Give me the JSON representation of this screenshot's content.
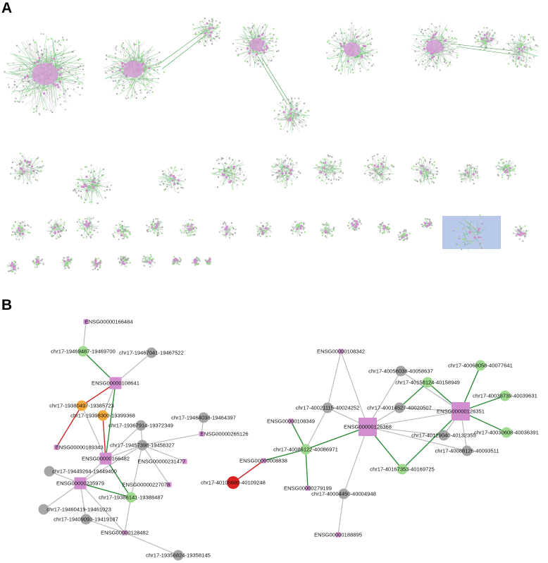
{
  "panels": {
    "a_label": "A",
    "b_label": "B"
  },
  "colors": {
    "gene": "#d28fd0",
    "locus_gray": "#a6a6a6",
    "locus_green": "#9fda8f",
    "locus_orange": "#f5a93a",
    "locus_red": "#dd2121",
    "edge_gray": "#b5b5b5",
    "edge_green": "#2e8b3a",
    "edge_red": "#cc2727",
    "highlight_box": "#b9c9ec"
  },
  "network": {
    "nodes": [
      {
        "id": "ENSG00000166484",
        "type": "gene"
      },
      {
        "id": "chr17-19469487-19469700",
        "type": "green"
      },
      {
        "id": "chr17-19467041-19467522",
        "type": "gray"
      },
      {
        "id": "ENSG00000108641",
        "type": "gene_box"
      },
      {
        "id": "chr17-19380497-19385723",
        "type": "orange"
      },
      {
        "id": "chr17-19398300-19399368",
        "type": "orange"
      },
      {
        "id": "chr17-19367914-19372349",
        "type": "gray"
      },
      {
        "id": "chr17-19457398-19458327",
        "type": "gray"
      },
      {
        "id": "chr17-19464038-19464397",
        "type": "gray"
      },
      {
        "id": "ENSG00000265126",
        "type": "gene"
      },
      {
        "id": "ENSG00000189343",
        "type": "gene"
      },
      {
        "id": "ENSG00000166482",
        "type": "gene_box"
      },
      {
        "id": "ENSG00000231477",
        "type": "gene"
      },
      {
        "id": "chr17-19449264-19449400",
        "type": "gray"
      },
      {
        "id": "ENSG00000235979",
        "type": "gene_box"
      },
      {
        "id": "ENSG00000227078",
        "type": "gene"
      },
      {
        "id": "chr17-19386141-19388487",
        "type": "green"
      },
      {
        "id": "chr17-19460419-19461023",
        "type": "gray"
      },
      {
        "id": "chr17-19409093-19419187",
        "type": "gray"
      },
      {
        "id": "ENSG00000128482",
        "type": "gene"
      },
      {
        "id": "chr17-19356824-19358145",
        "type": "gray"
      },
      {
        "id": "ENSG00000108342",
        "type": "gene"
      },
      {
        "id": "chr17-40056038-40058637",
        "type": "gray"
      },
      {
        "id": "chr17-40068058-40077641",
        "type": "green"
      },
      {
        "id": "chr17-40158124-40158949",
        "type": "green"
      },
      {
        "id": "chr17-40038739-40039631",
        "type": "green"
      },
      {
        "id": "chr17-40021115-40024252",
        "type": "gray"
      },
      {
        "id": "chr17-40014527-40020507",
        "type": "gray"
      },
      {
        "id": "ENSG00000126351",
        "type": "gene_big"
      },
      {
        "id": "ENSG00000108349",
        "type": "gene"
      },
      {
        "id": "ENSG00000126368",
        "type": "gene_big"
      },
      {
        "id": "chr17-40030608-40036391",
        "type": "green"
      },
      {
        "id": "chr17-40129040-40132355",
        "type": "gray"
      },
      {
        "id": "chr17-40086122-40086971",
        "type": "green"
      },
      {
        "id": "chr17-40088126-40093511",
        "type": "gray"
      },
      {
        "id": "ENSG00000008838",
        "type": "gene"
      },
      {
        "id": "chr17-40105680-40109248",
        "type": "red"
      },
      {
        "id": "chr17-40167353-40169725",
        "type": "green"
      },
      {
        "id": "ENSG00000279199",
        "type": "gene"
      },
      {
        "id": "chr17-40004450-40004948",
        "type": "gray"
      },
      {
        "id": "ENSG00000188895",
        "type": "gene"
      }
    ],
    "edges": [
      [
        "ENSG00000166484",
        "chr17-19469487-19469700",
        "gray"
      ],
      [
        "chr17-19469487-19469700",
        "ENSG00000108641",
        "green"
      ],
      [
        "chr17-19467041-19467522",
        "ENSG00000108641",
        "gray"
      ],
      [
        "ENSG00000108641",
        "chr17-19380497-19385723",
        "red"
      ],
      [
        "ENSG00000108641",
        "chr17-19398300-19399368",
        "gray"
      ],
      [
        "ENSG00000108641",
        "ENSG00000166482",
        "green"
      ],
      [
        "chr17-19380497-19385723",
        "ENSG00000189343",
        "red"
      ],
      [
        "chr17-19380497-19385723",
        "ENSG00000166482",
        "gray"
      ],
      [
        "chr17-19398300-19399368",
        "ENSG00000166482",
        "red"
      ],
      [
        "chr17-19367914-19372349",
        "ENSG00000166482",
        "gray"
      ],
      [
        "chr17-19367914-19372349",
        "chr17-19457398-19458327",
        "gray"
      ],
      [
        "chr17-19457398-19458327",
        "ENSG00000166482",
        "gray"
      ],
      [
        "chr17-19457398-19458327",
        "ENSG00000265126",
        "gray"
      ],
      [
        "chr17-19457398-19458327",
        "ENSG00000231477",
        "gray"
      ],
      [
        "chr17-19457398-19458327",
        "ENSG00000227078",
        "gray"
      ],
      [
        "chr17-19457398-19458327",
        "ENSG00000235979",
        "gray"
      ],
      [
        "chr17-19457398-19458327",
        "chr17-19386141-19388487",
        "gray"
      ],
      [
        "chr17-19464038-19464397",
        "ENSG00000265126",
        "gray"
      ],
      [
        "ENSG00000166482",
        "ENSG00000235979",
        "gray"
      ],
      [
        "ENSG00000166482",
        "chr17-19386141-19388487",
        "green"
      ],
      [
        "chr17-19449264-19449400",
        "ENSG00000235979",
        "gray"
      ],
      [
        "chr17-19460419-19461023",
        "ENSG00000235979",
        "gray"
      ],
      [
        "ENSG00000235979",
        "chr17-19386141-19388487",
        "green"
      ],
      [
        "ENSG00000235979",
        "chr17-19409093-19419187",
        "gray"
      ],
      [
        "ENSG00000235979",
        "ENSG00000128482",
        "gray"
      ],
      [
        "chr17-19409093-19419187",
        "ENSG00000128482",
        "gray"
      ],
      [
        "chr17-19386141-19388487",
        "ENSG00000128482",
        "gray"
      ],
      [
        "ENSG00000128482",
        "chr17-19356824-19358145",
        "gray"
      ],
      [
        "ENSG00000108342",
        "chr17-40021115-40024252",
        "gray"
      ],
      [
        "ENSG00000108342",
        "ENSG00000126368",
        "gray"
      ],
      [
        "chr17-40056038-40058637",
        "ENSG00000126368",
        "gray"
      ],
      [
        "chr17-40056038-40058637",
        "ENSG00000126351",
        "gray"
      ],
      [
        "chr17-40068058-40077641",
        "ENSG00000126351",
        "green"
      ],
      [
        "chr17-40158124-40158949",
        "ENSG00000126351",
        "green"
      ],
      [
        "chr17-40158124-40158949",
        "chr17-40014527-40020507",
        "green"
      ],
      [
        "chr17-40038739-40039631",
        "ENSG00000126351",
        "green"
      ],
      [
        "chr17-40030608-40036391",
        "ENSG00000126351",
        "green"
      ],
      [
        "chr17-40021115-40024252",
        "ENSG00000126368",
        "gray"
      ],
      [
        "chr17-40021115-40024252",
        "chr17-40086122-40086971",
        "gray"
      ],
      [
        "chr17-40014527-40020507",
        "ENSG00000126368",
        "gray"
      ],
      [
        "chr17-40014527-40020507",
        "ENSG00000126351",
        "gray"
      ],
      [
        "ENSG00000126368",
        "ENSG00000126351",
        "gray"
      ],
      [
        "ENSG00000126368",
        "chr17-40129040-40132355",
        "gray"
      ],
      [
        "ENSG00000126368",
        "chr17-40088126-40093511",
        "gray"
      ],
      [
        "ENSG00000126368",
        "chr17-40086122-40086971",
        "green"
      ],
      [
        "ENSG00000126368",
        "chr17-40167353-40169725",
        "green"
      ],
      [
        "ENSG00000126368",
        "chr17-40004450-40004948",
        "gray"
      ],
      [
        "ENSG00000126351",
        "chr17-40129040-40132355",
        "gray"
      ],
      [
        "ENSG00000126351",
        "chr17-40088126-40093511",
        "gray"
      ],
      [
        "ENSG00000126351",
        "chr17-40167353-40169725",
        "green"
      ],
      [
        "ENSG00000108349",
        "chr17-40086122-40086971",
        "green"
      ],
      [
        "chr17-40086122-40086971",
        "ENSG00000008838",
        "green"
      ],
      [
        "chr17-40086122-40086971",
        "ENSG00000279199",
        "green"
      ],
      [
        "ENSG00000008838",
        "chr17-40105680-40109248",
        "red"
      ],
      [
        "chr17-40004450-40004948",
        "ENSG00000188895",
        "gray"
      ]
    ]
  }
}
